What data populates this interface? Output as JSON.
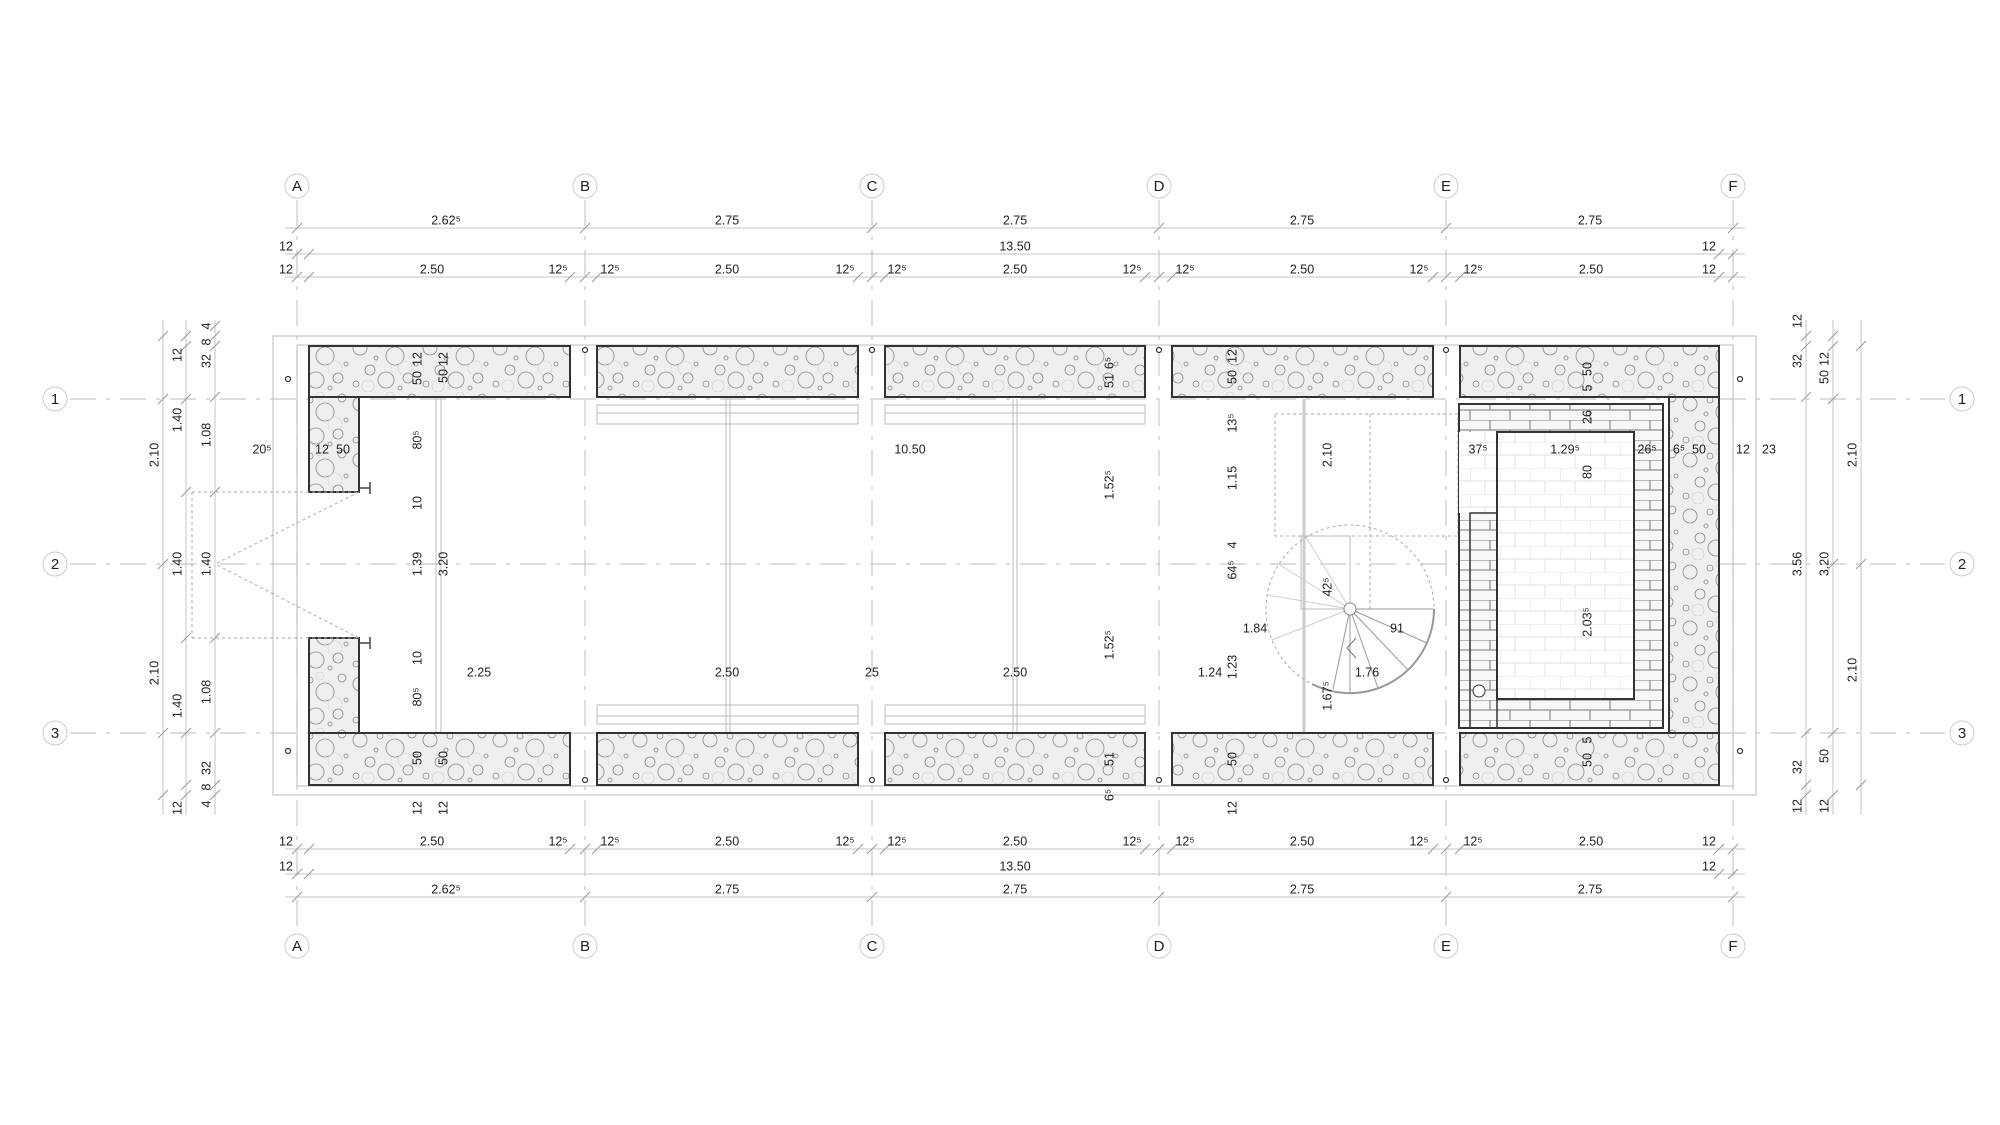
{
  "grid": {
    "columns": [
      "A",
      "B",
      "C",
      "D",
      "E",
      "F"
    ],
    "rows": [
      "1",
      "2",
      "3"
    ]
  },
  "dimensions": {
    "top": {
      "axis_spacing": [
        "2.62⁵",
        "2.75",
        "2.75",
        "2.75",
        "2.75"
      ],
      "overall": [
        "12",
        "13.50",
        "12"
      ],
      "wall_segments": [
        "12",
        "2.50",
        "12⁵",
        "12⁵",
        "2.50",
        "12⁵",
        "12⁵",
        "2.50",
        "12⁵",
        "12⁵",
        "2.50",
        "12⁵",
        "12⁵",
        "2.50",
        "12"
      ]
    },
    "bottom": {
      "wall_segments": [
        "12",
        "2.50",
        "12⁵",
        "12⁵",
        "2.50",
        "12⁵",
        "12⁵",
        "2.50",
        "12⁵",
        "12⁵",
        "2.50",
        "12⁵",
        "12⁵",
        "2.50",
        "12"
      ],
      "overall": [
        "12",
        "13.50",
        "12"
      ],
      "axis_spacing": [
        "2.62⁵",
        "2.75",
        "2.75",
        "2.75",
        "2.75"
      ]
    },
    "left": {
      "outer": [
        "2.10",
        "2.10"
      ],
      "middle": [
        "12",
        "1.40",
        "1.40",
        "1.40",
        "12"
      ],
      "inner": [
        "4",
        "8",
        "32",
        "1.08",
        "1.40",
        "1.08",
        "32",
        "8",
        "4"
      ]
    },
    "right": {
      "outer": [
        "12",
        "32",
        "3.56",
        "32",
        "12"
      ],
      "middle": [
        "12",
        "50",
        "3.20",
        "50",
        "12"
      ],
      "inner": [
        "2.10",
        "2.10"
      ],
      "side": [
        "12",
        "23"
      ]
    },
    "interior": [
      "20⁵",
      "12",
      "50",
      "12",
      "50",
      "80⁵",
      "10",
      "1.39",
      "10",
      "80⁵",
      "50",
      "12",
      "12",
      "50",
      "3.20",
      "50",
      "12",
      "2.25",
      "2.50",
      "25",
      "2.50",
      "1.24",
      "10.50",
      "6⁵",
      "51",
      "1.52⁵",
      "1.52⁵",
      "51",
      "6⁵",
      "12",
      "50",
      "13⁵",
      "1.15",
      "4",
      "64⁵",
      "1.23",
      "50",
      "12",
      "2.10",
      "42⁵",
      "1.84",
      "91",
      "1.76",
      "1.67⁵",
      "50",
      "5",
      "26",
      "37⁵",
      "1.29⁵",
      "26⁵",
      "6⁵",
      "50",
      "80",
      "2.03⁵",
      "5",
      "50"
    ]
  },
  "colors": {
    "wall_outline": "#333333",
    "wall_fill": "#eeeeee",
    "grid_line": "#c8c8c8",
    "text": "#222222"
  }
}
